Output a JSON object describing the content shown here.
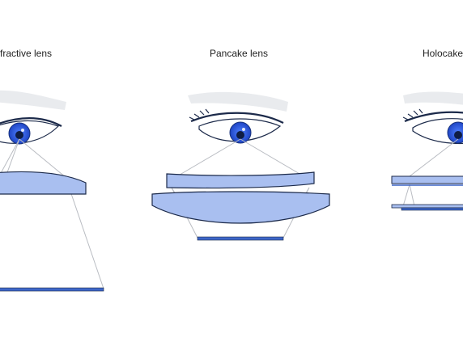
{
  "panels": [
    {
      "id": "refractive",
      "label": "fractive lens"
    },
    {
      "id": "pancake",
      "label": "Pancake lens"
    },
    {
      "id": "holocake",
      "label": "Holocake"
    }
  ],
  "colors": {
    "lens_fill": "#a9bff0",
    "lens_stroke": "#1c2a4a",
    "display": "#3e67c8",
    "iris": "#2a5bd8",
    "pupil": "#0f1d44",
    "brow": "#e9ebee",
    "ray": "#b9bcc2"
  }
}
